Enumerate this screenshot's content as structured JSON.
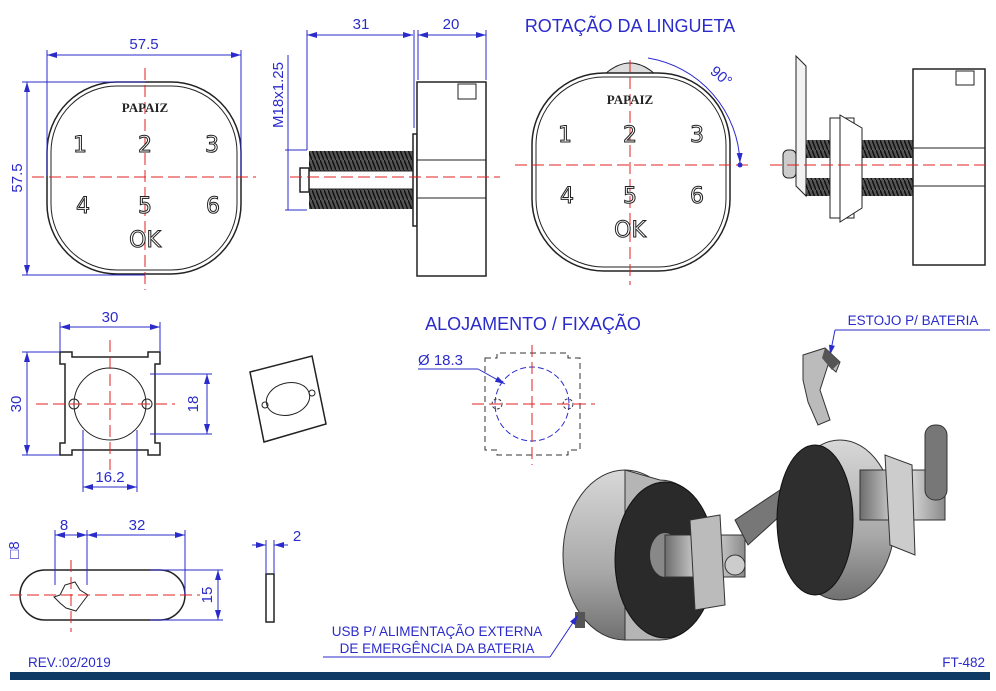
{
  "front_view": {
    "brand": "PAPAIZ",
    "keys": [
      "1",
      "2",
      "3",
      "4",
      "5",
      "6"
    ],
    "ok": "OK",
    "width_dim": "57.5",
    "height_dim": "57.5"
  },
  "side_view": {
    "thread_length_dim": "31",
    "body_depth_dim": "20",
    "thread_spec": "M18x1.25"
  },
  "rotation_view": {
    "title": "ROTAÇÃO DA LINGUETA",
    "angle": "90°",
    "brand": "PAPAIZ",
    "keys": [
      "1",
      "2",
      "3",
      "4",
      "5",
      "6"
    ],
    "ok": "OK"
  },
  "plate": {
    "width_dim": "30",
    "height_dim": "30",
    "inner_dim": "18",
    "bottom_dim": "16.2"
  },
  "housing": {
    "title": "ALOJAMENTO / FIXAÇÃO",
    "diameter": "Ø 18.3"
  },
  "battery_case": {
    "label": "ESTOJO P/ BATERIA"
  },
  "cam": {
    "square_dim": "□8",
    "offset_dim": "8",
    "length_dim": "32",
    "width_dim": "15",
    "thickness_dim": "2"
  },
  "usb_note": {
    "line1": "USB P/ ALIMENTAÇÃO EXTERNA",
    "line2": "DE EMERGÊNCIA DA BATERIA"
  },
  "footer": {
    "revision": "REV.:02/2019",
    "code": "FT-482",
    "bar_color": "#0f3a66"
  }
}
